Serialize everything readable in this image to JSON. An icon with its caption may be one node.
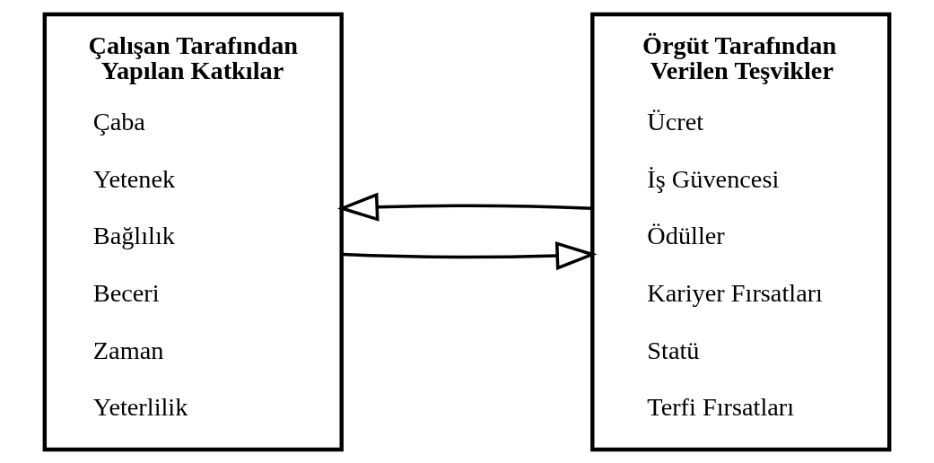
{
  "diagram": {
    "nodes": [
      {
        "text": [
          "Çalışan Tarafından Yapılan Katkılar",
          "Çaba",
          "Yetenek",
          "Bağlılık",
          "Beceri",
          "Zaman",
          "Yeterlilik"
        ]
      },
      {
        "text": [
          "Örgüt Tarafından Verilen Teşvikler",
          "Ücret",
          "İş Güvencesi",
          "Ödüller",
          "Kariyer Fırsatları",
          "Statü",
          "Terfi Fırsatları"
        ]
      }
    ],
    "edges": [
      {
        "from": 0,
        "to": 1,
        "arrow": "to"
      },
      {
        "from": 1,
        "to": 0,
        "arrow": "to"
      }
    ]
  }
}
